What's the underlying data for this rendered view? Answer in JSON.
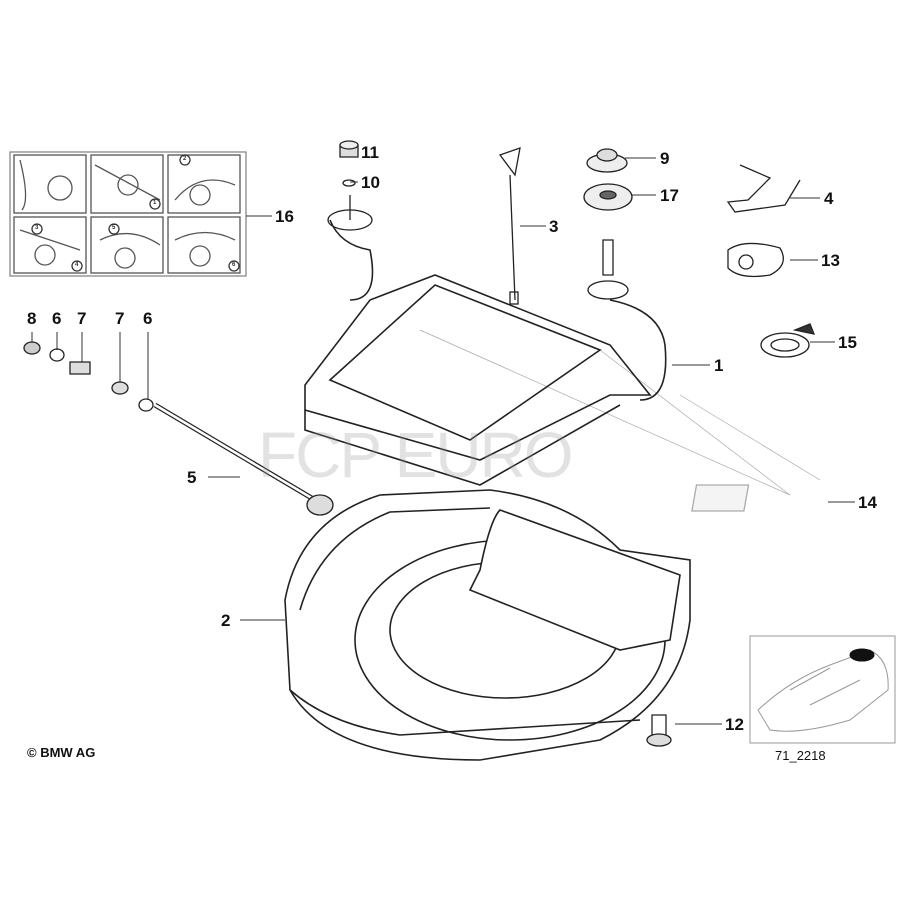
{
  "diagram": {
    "callouts": [
      {
        "id": "c11",
        "text": "11"
      },
      {
        "id": "c10",
        "text": "10"
      },
      {
        "id": "c3",
        "text": "3"
      },
      {
        "id": "c9",
        "text": "9"
      },
      {
        "id": "c17",
        "text": "17"
      },
      {
        "id": "c4",
        "text": "4"
      },
      {
        "id": "c13",
        "text": "13"
      },
      {
        "id": "c15",
        "text": "15"
      },
      {
        "id": "c1",
        "text": "1"
      },
      {
        "id": "c14",
        "text": "14"
      },
      {
        "id": "c16",
        "text": "16"
      },
      {
        "id": "c8",
        "text": "8"
      },
      {
        "id": "c6a",
        "text": "6"
      },
      {
        "id": "c7a",
        "text": "7"
      },
      {
        "id": "c7b",
        "text": "7"
      },
      {
        "id": "c6b",
        "text": "6"
      },
      {
        "id": "c5",
        "text": "5"
      },
      {
        "id": "c2",
        "text": "2"
      },
      {
        "id": "c12",
        "text": "12"
      }
    ],
    "copyright": "© BMW AG",
    "diagram_number": "71_2218",
    "watermark": "FCP EURO",
    "inset_step_numbers": [
      "1",
      "2",
      "3",
      "4",
      "5",
      "6"
    ]
  }
}
